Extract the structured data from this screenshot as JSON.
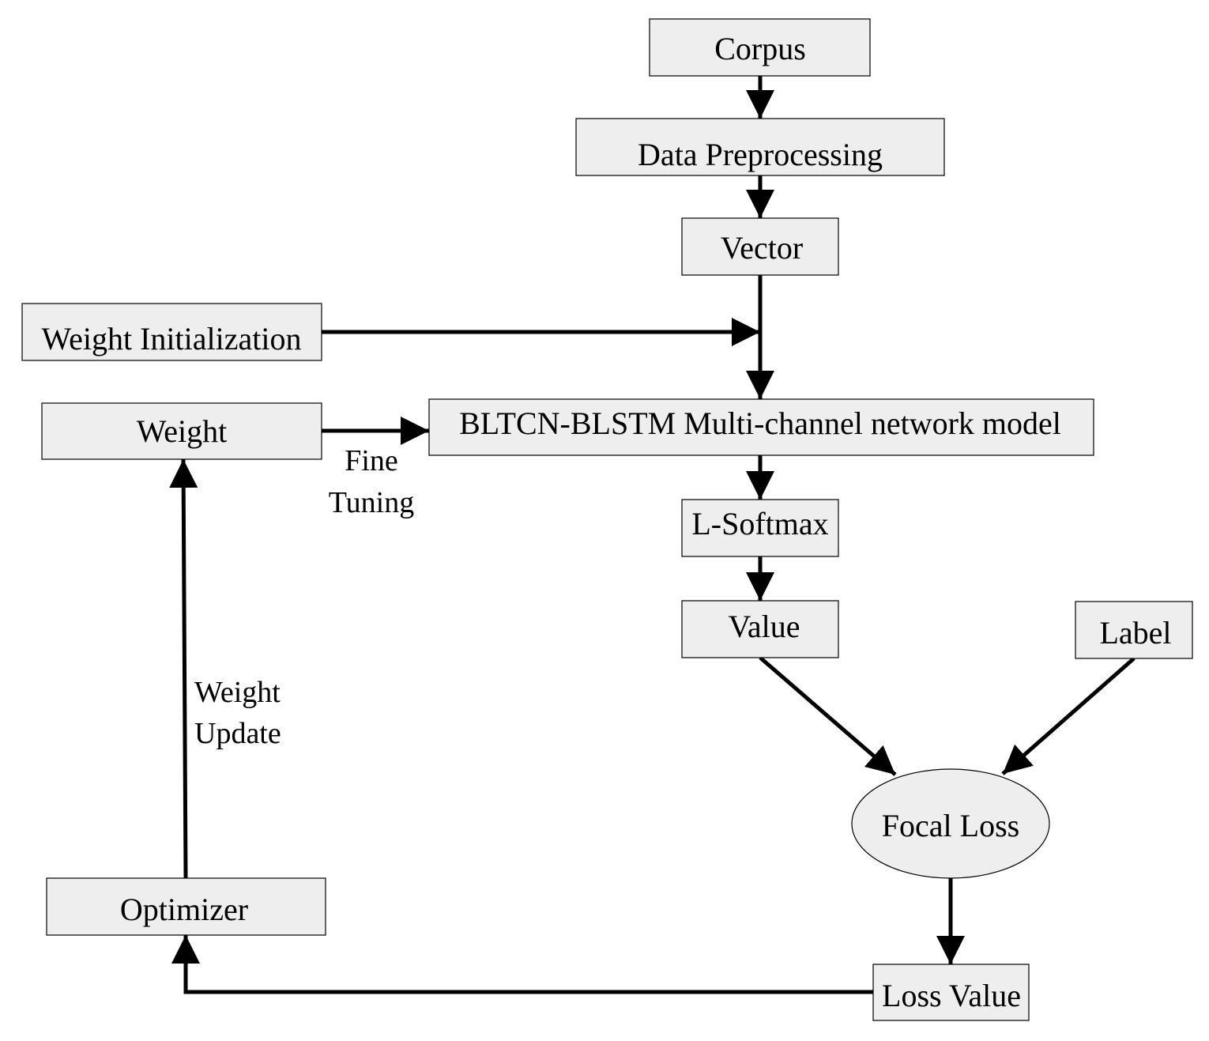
{
  "nodes": {
    "corpus": "Corpus",
    "data_preprocessing": "Data Preprocessing",
    "vector": "Vector",
    "weight_initialization": "Weight Initialization",
    "weight": "Weight",
    "model": "BLTCN-BLSTM Multi-channel network model",
    "l_softmax": "L-Softmax",
    "value": "Value",
    "label": "Label",
    "focal_loss": "Focal Loss",
    "loss_value": "Loss Value",
    "optimizer": "Optimizer"
  },
  "edge_labels": {
    "fine_tuning_line1": "Fine",
    "fine_tuning_line2": "Tuning",
    "weight_update_line1": "Weight",
    "weight_update_line2": "Update"
  },
  "colors": {
    "node_fill": "#eeeeee",
    "stroke": "#000000"
  }
}
